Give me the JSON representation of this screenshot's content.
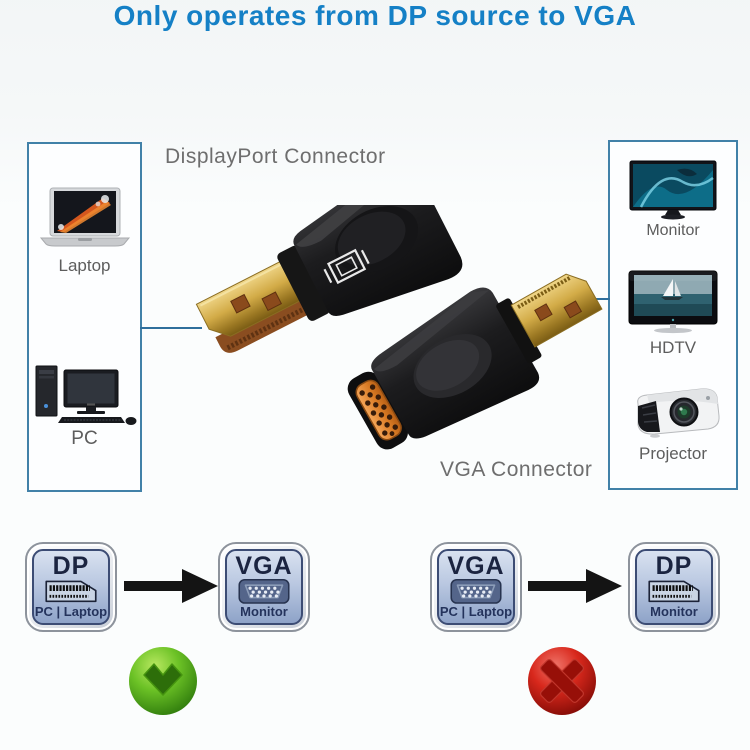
{
  "title": "Only operates from DP source to VGA",
  "source_panel": {
    "items": [
      {
        "label": "Laptop",
        "icon": "laptop-image"
      },
      {
        "label": "PC",
        "icon": "pc-image"
      }
    ]
  },
  "display_panel": {
    "items": [
      {
        "label": "Monitor",
        "icon": "monitor-image"
      },
      {
        "label": "HDTV",
        "icon": "hdtv-image"
      },
      {
        "label": "Projector",
        "icon": "projector-image"
      }
    ]
  },
  "adapter": {
    "dp_label": "DisplayPort Connector",
    "vga_label": "VGA Connector"
  },
  "flows": [
    {
      "from_title": "DP",
      "from_sub": "PC | Laptop",
      "from_icon": "dp-plug-icon",
      "to_title": "VGA",
      "to_sub": "Monitor",
      "to_icon": "vga-port-icon",
      "verdict": "correct",
      "verdict_icon": "check-icon"
    },
    {
      "from_title": "VGA",
      "from_sub": "PC | Laptop",
      "from_icon": "vga-port-icon",
      "to_title": "DP",
      "to_sub": "Monitor",
      "to_icon": "dp-plug-icon",
      "verdict": "incorrect",
      "verdict_icon": "cross-icon"
    }
  ],
  "colors": {
    "title_blue": "#1580c6",
    "panel_border": "#4181a8",
    "connector_line": "#2f6f9c",
    "label_gray": "#6e6e6e",
    "badge_text": "#1b2440",
    "check_green": "#58a81c",
    "cross_red": "#b51208",
    "vga_port_orange": "#d97b25",
    "gold_connector": "#d2ab47"
  }
}
